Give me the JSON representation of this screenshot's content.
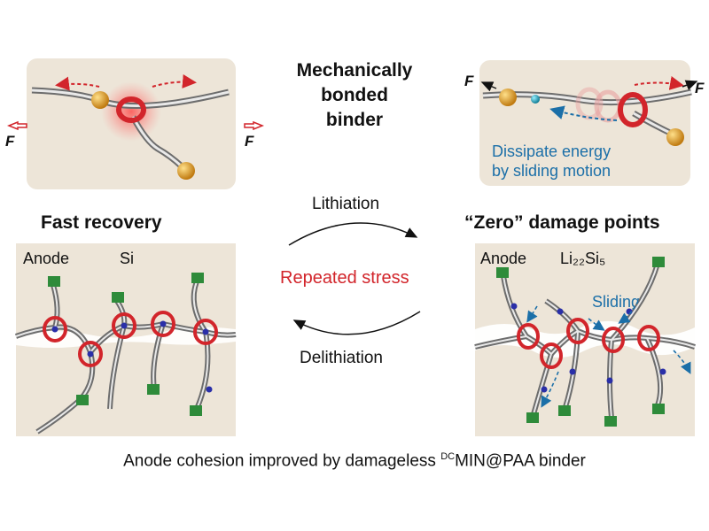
{
  "title": {
    "line1": "Mechanically",
    "line2": "bonded",
    "line3": "binder"
  },
  "left": {
    "header": "Fast recovery",
    "anode_label": "Anode",
    "material_label": "Si",
    "force_left": "F",
    "force_right": "F"
  },
  "right": {
    "header": "“Zero” damage points",
    "anode_label": "Anode",
    "material_label": "Li₂₂Si₅",
    "sliding_label": "Sliding",
    "dissipate_line1": "Dissipate energy",
    "dissipate_line2": "by sliding motion",
    "force_left": "F",
    "force_right": "F"
  },
  "cycle": {
    "lithiation": "Lithiation",
    "stress": "Repeated stress",
    "delithiation": "Delithiation"
  },
  "caption": {
    "prefix": "Anode cohesion improved by damageless ",
    "superscript": "DC",
    "suffix": "MIN@PAA binder"
  },
  "colors": {
    "panel": "#ede5d8",
    "ring": "#d2252b",
    "bead": "#e0a030",
    "anchor": "#2e8b3a",
    "link": "#2a2fa8",
    "stress_text": "#d2252b",
    "annotation": "#1b6fa8"
  }
}
